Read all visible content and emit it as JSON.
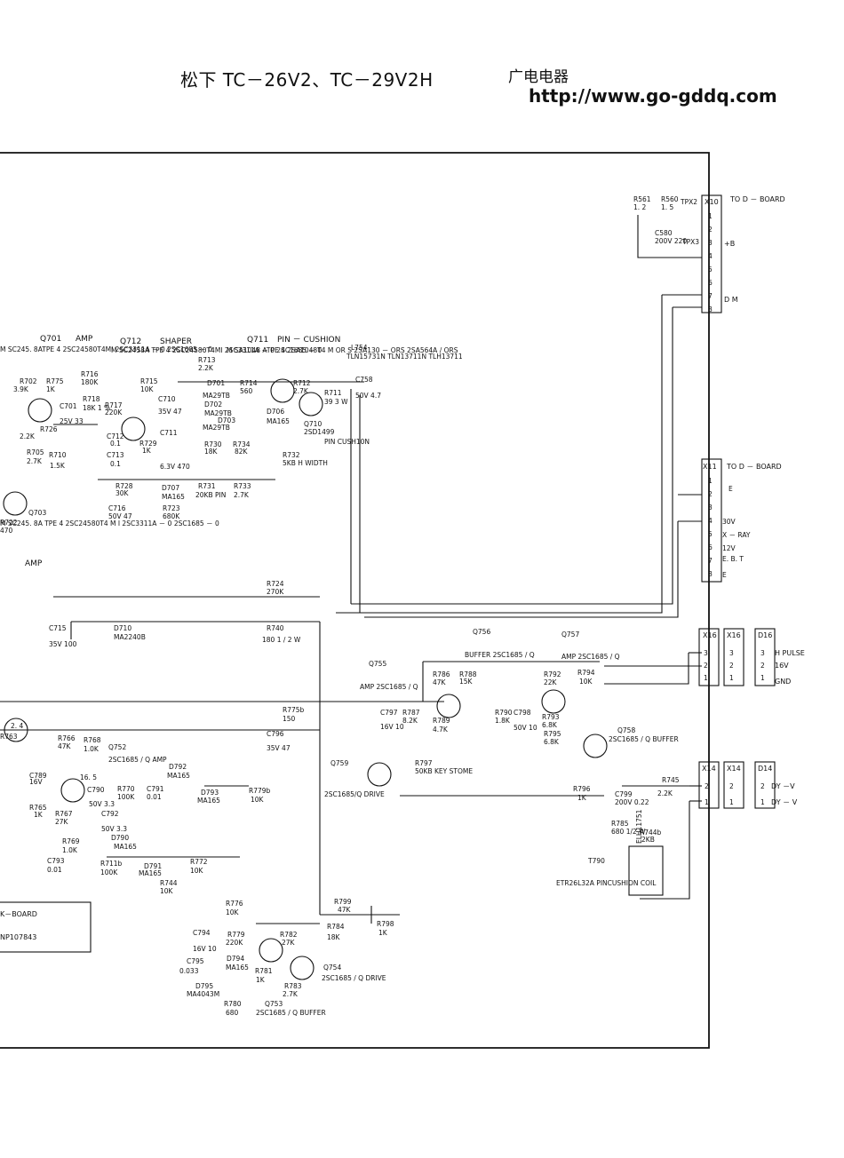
{
  "header": {
    "title": "松下 TC－26V2、TC－29V2H",
    "brand": "广电电器",
    "url": "http://www.go-gddq.com"
  },
  "connectors": {
    "x10": {
      "name": "X10",
      "dest": "TO D － BOARD",
      "pins": [
        "1",
        "2",
        "3",
        "4",
        "5",
        "6",
        "7",
        "8"
      ],
      "labels": {
        "p3": "+B",
        "p7": "D M"
      }
    },
    "x11": {
      "name": "X11",
      "dest": "TO D － BOARD",
      "pins": [
        "1",
        "2",
        "3",
        "4",
        "5",
        "6",
        "7",
        "8"
      ],
      "labels": [
        "",
        "E",
        "",
        "30V",
        "X － RAY",
        "12V",
        "E. B. T",
        "E"
      ]
    },
    "x16": {
      "name": "X16",
      "pins": [
        "3",
        "2",
        "1"
      ]
    },
    "x16b": {
      "name": "X16",
      "pins": [
        "3",
        "2",
        "1"
      ]
    },
    "d16": {
      "name": "D16",
      "pins": [
        "3",
        "2",
        "1"
      ],
      "labels": [
        "H PULSE",
        "16V",
        "GND"
      ]
    },
    "x14": {
      "name": "X14",
      "pins": [
        "2",
        "1"
      ]
    },
    "x14b": {
      "name": "X14",
      "pins": [
        "2",
        "1"
      ]
    },
    "d14": {
      "name": "D14",
      "pins": [
        "2",
        "1"
      ],
      "labels": [
        "DY －V",
        "DY － V"
      ]
    }
  },
  "components": [
    {
      "id": "R561",
      "value": "1. 2"
    },
    {
      "id": "R560",
      "value": "1. 5"
    },
    {
      "id": "TPX2",
      "value": ""
    },
    {
      "id": "TPX3",
      "value": ""
    },
    {
      "id": "C580",
      "value": "200V 220"
    },
    {
      "id": "Q701",
      "value": "AMP"
    },
    {
      "id": "Q712",
      "value": "SHAPER"
    },
    {
      "id": "Q711",
      "value": "PIN － CUSHION"
    },
    {
      "id": "L754",
      "value": "TLN15731N TLN13711N TLH13711"
    },
    {
      "id": "R713",
      "value": "2.2K"
    },
    {
      "id": "R714",
      "value": "560"
    },
    {
      "id": "R712",
      "value": "2.7K"
    },
    {
      "id": "R711",
      "value": "39 3 W"
    },
    {
      "id": "C758",
      "value": "50V 4.7"
    },
    {
      "id": "Q710",
      "value": "2SD1499"
    },
    {
      "id": "D706",
      "value": "MA165"
    },
    {
      "id": "D701",
      "value": "MA29TB"
    },
    {
      "id": "D702",
      "value": "MA29TB"
    },
    {
      "id": "D703",
      "value": "MA29TB"
    },
    {
      "id": "R715",
      "value": "10K"
    },
    {
      "id": "R716",
      "value": "180K"
    },
    {
      "id": "R718",
      "value": "18K 1 %"
    },
    {
      "id": "R717",
      "value": "220K"
    },
    {
      "id": "C710",
      "value": "35V 47"
    },
    {
      "id": "C701",
      "value": "25V 33"
    },
    {
      "id": "C712",
      "value": "0.1"
    },
    {
      "id": "C713",
      "value": "0.1"
    },
    {
      "id": "C711",
      "value": "6.3V 470"
    },
    {
      "id": "R729",
      "value": "1K"
    },
    {
      "id": "R730",
      "value": "18K"
    },
    {
      "id": "R734",
      "value": "82K"
    },
    {
      "id": "R732",
      "value": "5KB H WIDTH"
    },
    {
      "id": "R731",
      "value": "20KB PIN"
    },
    {
      "id": "R733",
      "value": "2.7K"
    },
    {
      "id": "R728",
      "value": "30K"
    },
    {
      "id": "D707",
      "value": "MA165"
    },
    {
      "id": "C716",
      "value": "50V 47"
    },
    {
      "id": "R723",
      "value": "680K"
    },
    {
      "id": "Q703",
      "value": "AMP"
    },
    {
      "id": "R702",
      "value": "3.9K"
    },
    {
      "id": "R775",
      "value": "1K"
    },
    {
      "id": "R726",
      "value": "2.2K"
    },
    {
      "id": "R705",
      "value": "2.7K"
    },
    {
      "id": "R710",
      "value": "1.5K"
    },
    {
      "id": "R722",
      "value": "470"
    },
    {
      "id": "R724",
      "value": "270K"
    },
    {
      "id": "C715",
      "value": "35V 100"
    },
    {
      "id": "D710",
      "value": "MA2240B"
    },
    {
      "id": "R740",
      "value": "180 1 / 2 W"
    },
    {
      "id": "R775b",
      "value": "150"
    },
    {
      "id": "C796",
      "value": "35V 47"
    },
    {
      "id": "Q756",
      "value": "BUFFER 2SC1685 / Q"
    },
    {
      "id": "Q757",
      "value": "AMP 2SC1685 / Q"
    },
    {
      "id": "Q755",
      "value": "AMP 2SC1685 / Q"
    },
    {
      "id": "R786",
      "value": "47K"
    },
    {
      "id": "R788",
      "value": "15K"
    },
    {
      "id": "R787",
      "value": "8.2K"
    },
    {
      "id": "C797",
      "value": "16V 10"
    },
    {
      "id": "R789",
      "value": "4.7K"
    },
    {
      "id": "R790",
      "value": "1.8K"
    },
    {
      "id": "C798",
      "value": "50V 10"
    },
    {
      "id": "R792",
      "value": "22K"
    },
    {
      "id": "R794",
      "value": "10K"
    },
    {
      "id": "R793",
      "value": "6.8K"
    },
    {
      "id": "R795",
      "value": "6.8K"
    },
    {
      "id": "Q758",
      "value": "2SC1685 / Q BUFFER"
    },
    {
      "id": "Q759",
      "value": "2SC1685/Q DRIVE"
    },
    {
      "id": "R797",
      "value": "50KB KEY STOME"
    },
    {
      "id": "R796",
      "value": "1K"
    },
    {
      "id": "R745",
      "value": "2.2K"
    },
    {
      "id": "C799",
      "value": "200V 0.22"
    },
    {
      "id": "R785",
      "value": "680 1/2 W"
    },
    {
      "id": "R744b",
      "value": "2KB"
    },
    {
      "id": "T790",
      "value": "ETR26L32A PINCUSHION COIL"
    },
    {
      "id": "ELH11751",
      "value": ""
    },
    {
      "id": "Q752",
      "value": "2SC1685 / Q AMP"
    },
    {
      "id": "R766",
      "value": "47K"
    },
    {
      "id": "R768",
      "value": "1.0K"
    },
    {
      "id": "R763",
      "value": ""
    },
    {
      "id": "C789",
      "value": "16V"
    },
    {
      "id": "C790",
      "value": "50V 3.3"
    },
    {
      "id": "R770",
      "value": "100K"
    },
    {
      "id": "C791",
      "value": "0.01"
    },
    {
      "id": "D792",
      "value": "MA165"
    },
    {
      "id": "D793",
      "value": "MA165"
    },
    {
      "id": "R779b",
      "value": "10K"
    },
    {
      "id": "R767",
      "value": "27K"
    },
    {
      "id": "R765",
      "value": "1K"
    },
    {
      "id": "C792",
      "value": "50V 3.3"
    },
    {
      "id": "D790",
      "value": "MA165"
    },
    {
      "id": "R769",
      "value": "1.0K"
    },
    {
      "id": "C793",
      "value": "0.01"
    },
    {
      "id": "R711b",
      "value": "100K"
    },
    {
      "id": "D791",
      "value": "MA165"
    },
    {
      "id": "R772",
      "value": "10K"
    },
    {
      "id": "R744",
      "value": "10K"
    },
    {
      "id": "R776",
      "value": "10K"
    },
    {
      "id": "R799",
      "value": "47K"
    },
    {
      "id": "R784",
      "value": "18K"
    },
    {
      "id": "R798",
      "value": "1K"
    },
    {
      "id": "C794",
      "value": "16V 10"
    },
    {
      "id": "R779",
      "value": "220K"
    },
    {
      "id": "R782",
      "value": "27K"
    },
    {
      "id": "D794",
      "value": "MA165"
    },
    {
      "id": "C795",
      "value": "0.033"
    },
    {
      "id": "D795",
      "value": "MA4043M"
    },
    {
      "id": "R781",
      "value": "1K"
    },
    {
      "id": "R783",
      "value": "2.7K"
    },
    {
      "id": "R780",
      "value": "680"
    },
    {
      "id": "Q753",
      "value": "2SC1685 / Q BUFFER"
    },
    {
      "id": "Q754",
      "value": "2SC1685 / Q DRIVE"
    }
  ],
  "board_box": {
    "line1": "K－BOARD",
    "line2": "NP107843"
  },
  "transistor_alts": {
    "q701": "M SC245. 8ATPE 4 2SC24580T4MI 2SC3311A － 0 2SC1685 － 0",
    "q712": "M SC2458A TPE 4 2SC24580T4MI 2SC3311A － 0 2SC1685 － 0",
    "q711": "M SA1048 ATPE 4 2SA1048T4 M OR S 2SA130 － ORS 2SA564A / ORS",
    "q703": "M SC245. 8A TPE 4 2SC24580T4 M I 2SC3311A － 0 2SC1685 － 0"
  },
  "misc_labels": {
    "pin_cushion": "PIN CUSH10N",
    "voltage_2_4": "2. 4",
    "voltage_16_5": "16. 5"
  }
}
